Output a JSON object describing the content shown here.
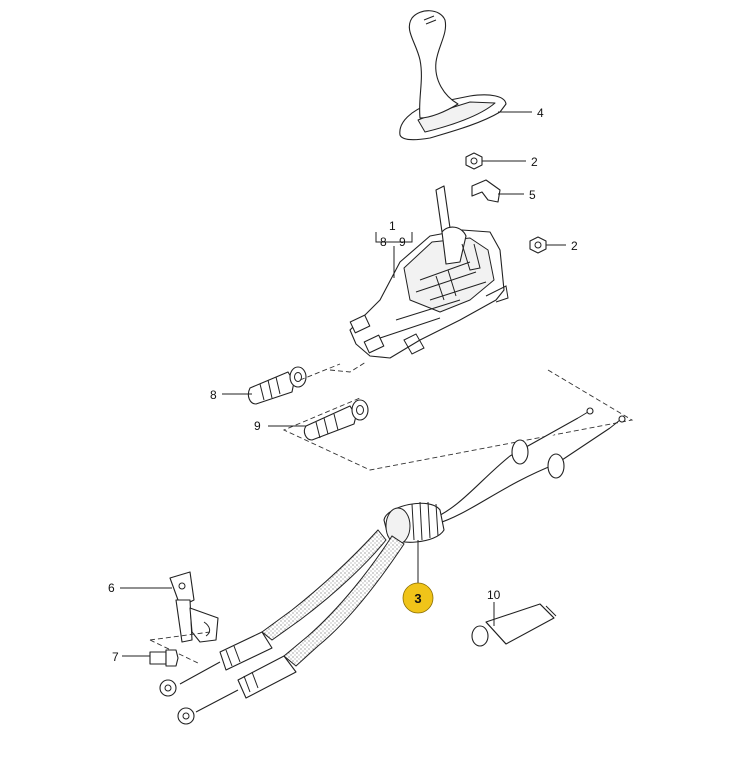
{
  "colors": {
    "highlight": "#f0c419",
    "line": "#222222",
    "background": "#ffffff"
  },
  "callouts": {
    "c1": "1",
    "c1a": "8",
    "c1b": "9",
    "c2a": "2",
    "c2b": "2",
    "c3": "3",
    "c4": "4",
    "c5": "5",
    "c6": "6",
    "c7": "7",
    "c8": "8",
    "c9": "9",
    "c10": "10"
  }
}
